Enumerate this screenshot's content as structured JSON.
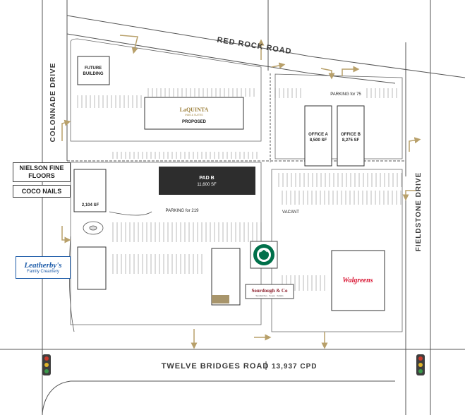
{
  "roads": {
    "north": "RED ROCK ROAD",
    "west": "COLONNADE DRIVE",
    "east": "FIELDSTONE DRIVE",
    "south": "TWELVE BRIDGES ROAD",
    "south_traffic": "13,937 CPD"
  },
  "buildings": {
    "future": [
      "FUTURE",
      "BUILDING"
    ],
    "hotel_brand": "LaQUINTA",
    "hotel_sub": "INNS & SUITES",
    "hotel_status": "PROPOSED",
    "pad_b_name": "PAD B",
    "pad_b_size": "11,600 SF",
    "office_a_name": "OFFICE A",
    "office_a_size": "8,500 SF",
    "office_b_name": "OFFICE B",
    "office_b_size": "8,275 SF",
    "pad_small": "2,104 SF",
    "vacant": "VACANT"
  },
  "parking": {
    "east": "PARKING for 75",
    "main": "PARKING for 219"
  },
  "tenants": {
    "nielson": [
      "NIELSON FINE",
      "FLOORS"
    ],
    "coco": "COCO NAILS",
    "leatherbys": "Leatherby's",
    "leatherbys_sub": "Family Creamery",
    "walgreens": "Walgreens",
    "sourdough": "Sourdough & Co",
    "sourdough_sub": "Sandwiches · Soups · Salads"
  },
  "colors": {
    "road_label": "#3a3a3a",
    "arrow": "#b8a06a",
    "pad_b": "#2d2d2d",
    "walgreens": "#d8102e",
    "starbucks": "#00704a",
    "sourdough": "#8b1e2b",
    "leatherbys": "#1b5aa8",
    "traffic_light": "#3e3e3e"
  },
  "icons": [
    "traffic-light-icon",
    "starbucks-logo-icon",
    "direction-arrow-icon"
  ]
}
